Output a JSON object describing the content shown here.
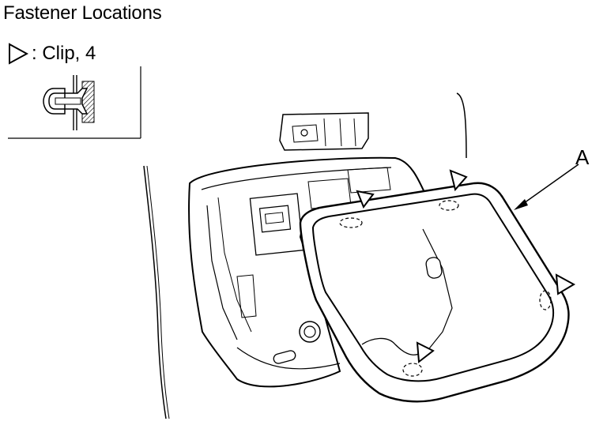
{
  "figure": {
    "title": "Fastener Locations",
    "legend": {
      "icon": "clip-triangle-icon",
      "text": ": Clip, 4"
    },
    "callout_label": "A",
    "clip_count": 4
  }
}
